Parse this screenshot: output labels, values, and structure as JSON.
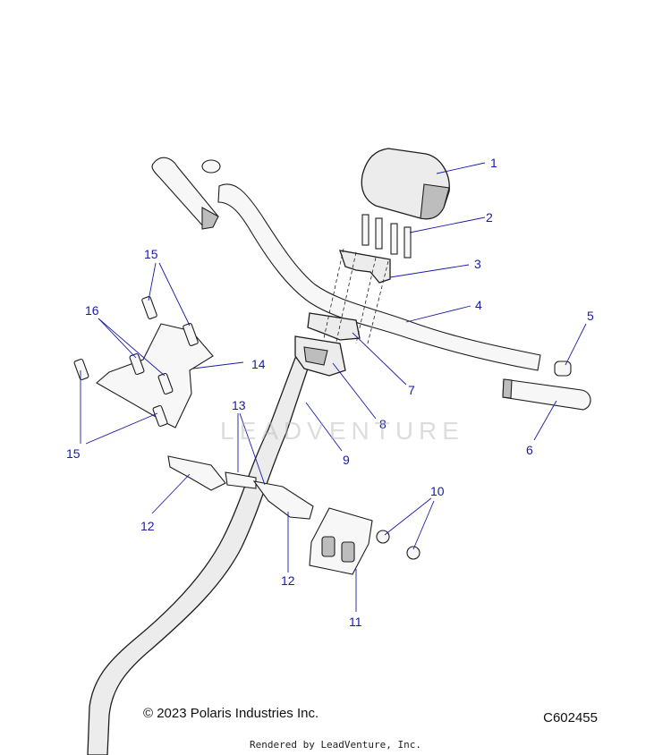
{
  "callouts": [
    {
      "id": "1",
      "text": "1"
    },
    {
      "id": "2",
      "text": "2"
    },
    {
      "id": "3",
      "text": "3"
    },
    {
      "id": "4",
      "text": "4"
    },
    {
      "id": "5",
      "text": "5"
    },
    {
      "id": "6",
      "text": "6"
    },
    {
      "id": "7",
      "text": "7"
    },
    {
      "id": "8",
      "text": "8"
    },
    {
      "id": "9",
      "text": "9"
    },
    {
      "id": "10",
      "text": "10"
    },
    {
      "id": "11",
      "text": "11"
    },
    {
      "id": "12a",
      "text": "12"
    },
    {
      "id": "12b",
      "text": "12"
    },
    {
      "id": "13",
      "text": "13"
    },
    {
      "id": "14",
      "text": "14"
    },
    {
      "id": "15a",
      "text": "15"
    },
    {
      "id": "15b",
      "text": "15"
    },
    {
      "id": "16",
      "text": "16"
    }
  ],
  "watermark": "LEADVENTURE",
  "footer": {
    "copyright": "© 2023 Polaris Industries Inc.",
    "diagram_code": "C602455",
    "rendered_by": "Rendered by LeadVenture, Inc."
  },
  "colors": {
    "callout": "#1a1aa6",
    "line_art": "#1e1e1e"
  }
}
